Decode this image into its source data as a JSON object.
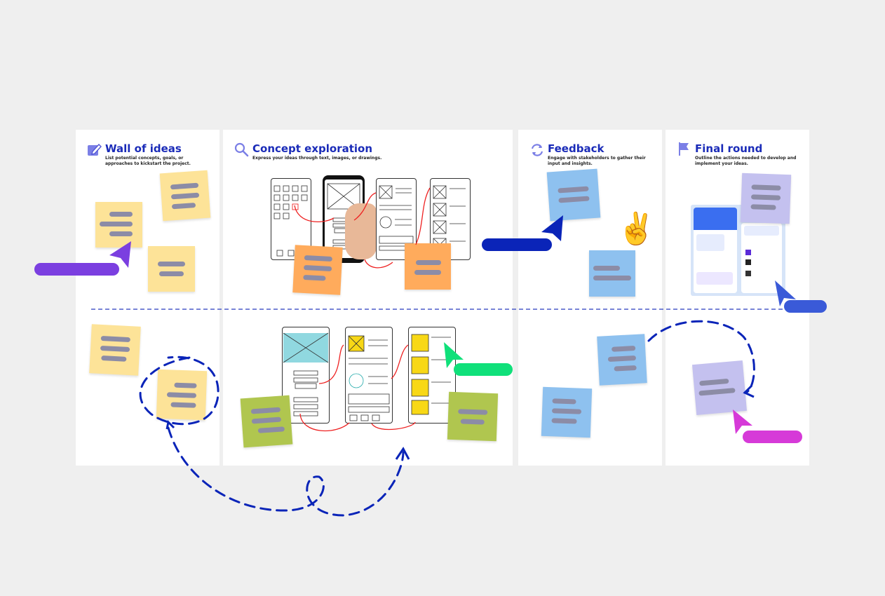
{
  "board": {
    "sections": [
      {
        "title": "Wall of ideas",
        "desc": "List potential concepts, goals, or approaches to kickstart the project.",
        "icon": "pencil-icon"
      },
      {
        "title": "Concept exploration",
        "desc": "Express your ideas through text, images, or drawings.",
        "icon": "search-icon"
      },
      {
        "title": "Feedback",
        "desc": "Engage with stakeholders to gather their input and insights.",
        "icon": "refresh-icon"
      },
      {
        "title": "Final round",
        "desc": "Outline the actions needed to develop and implement your ideas.",
        "icon": "flag-icon"
      }
    ]
  },
  "colors": {
    "title": "#1a2bb8",
    "sticky_yellow": "#fde398",
    "sticky_orange": "#ffab5c",
    "sticky_green": "#b0c64f",
    "sticky_blue": "#8ec1ef",
    "sticky_lavender": "#c4c1ef",
    "cursor_purple": "#7b3fe0",
    "cursor_navy": "#0a24b8",
    "cursor_blue": "#3a5ad8",
    "cursor_green": "#10e07a",
    "cursor_magenta": "#d63ad8",
    "arrow_dashed": "#0a24b8"
  },
  "icons": {
    "emoji": "✌️"
  }
}
